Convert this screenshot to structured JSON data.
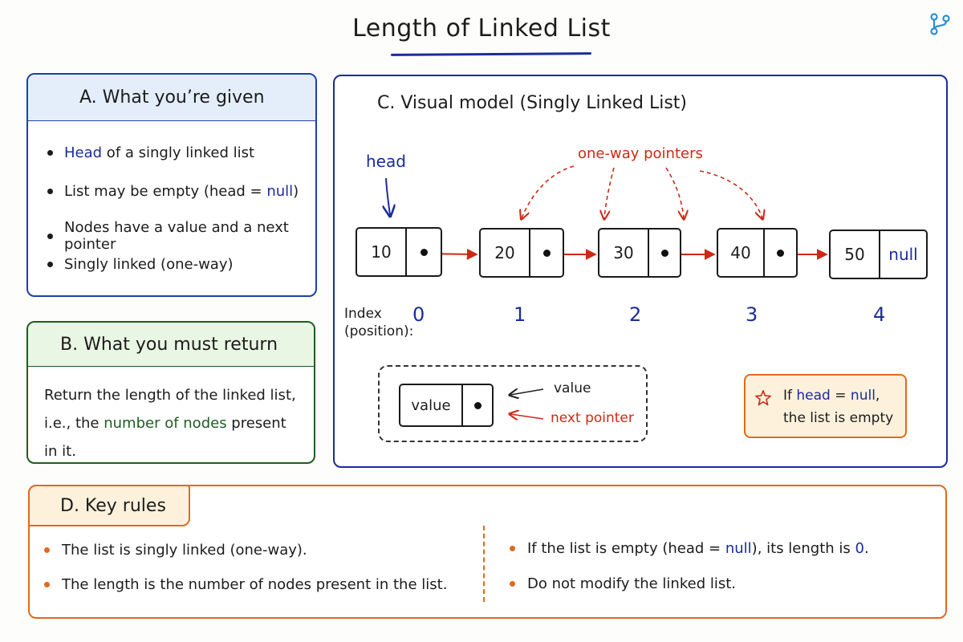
{
  "title": "Length of Linked List",
  "colors": {
    "blue": "#1b2c9a",
    "green": "#1f5c22",
    "orange": "#e06a1c",
    "red": "#cc2a14"
  },
  "panel_a": {
    "heading": "A. What you’re given",
    "bullets": [
      {
        "parts": [
          "Head",
          " of a singly linked list"
        ]
      },
      {
        "parts": [
          "List may be empty (head = ",
          "null",
          ")"
        ]
      },
      {
        "parts": [
          "Nodes have a value and a next pointer"
        ]
      },
      {
        "parts": [
          "Singly linked (one-way)"
        ]
      }
    ]
  },
  "panel_b": {
    "heading": "B. What you must return",
    "line1": "Return the length of the linked list,",
    "line2_pre": "i.e., the ",
    "line2_hl": "number of nodes",
    "line2_post": " present in it."
  },
  "panel_c": {
    "heading": "C. Visual model (Singly Linked List)",
    "head_label": "head",
    "pointers_label": "one-way pointers",
    "nodes": [
      {
        "value": "10"
      },
      {
        "value": "20"
      },
      {
        "value": "30"
      },
      {
        "value": "40"
      },
      {
        "value": "50",
        "next": "null"
      }
    ],
    "index_label_1": "Index",
    "index_label_2": "(position):",
    "indices": [
      "0",
      "1",
      "2",
      "3",
      "4"
    ],
    "legend": {
      "cell_label": "value",
      "value_label": "value",
      "pointer_label": "next pointer"
    },
    "empty_note": {
      "pre": "If ",
      "head": "head",
      "eq": " = ",
      "null": "null",
      "post": ",",
      "line2": "the list is empty",
      "icon": "star-icon"
    }
  },
  "panel_d": {
    "heading": "D. Key rules",
    "rules_left": [
      "The list is singly linked (one-way).",
      "The length is the number of nodes present in the list."
    ],
    "rule_right_1": {
      "pre": "If the list is empty (head = ",
      "null": "null",
      "mid": "), its length is ",
      "zero": "0",
      "post": "."
    },
    "rule_right_2": "Do not modify the linked list."
  }
}
